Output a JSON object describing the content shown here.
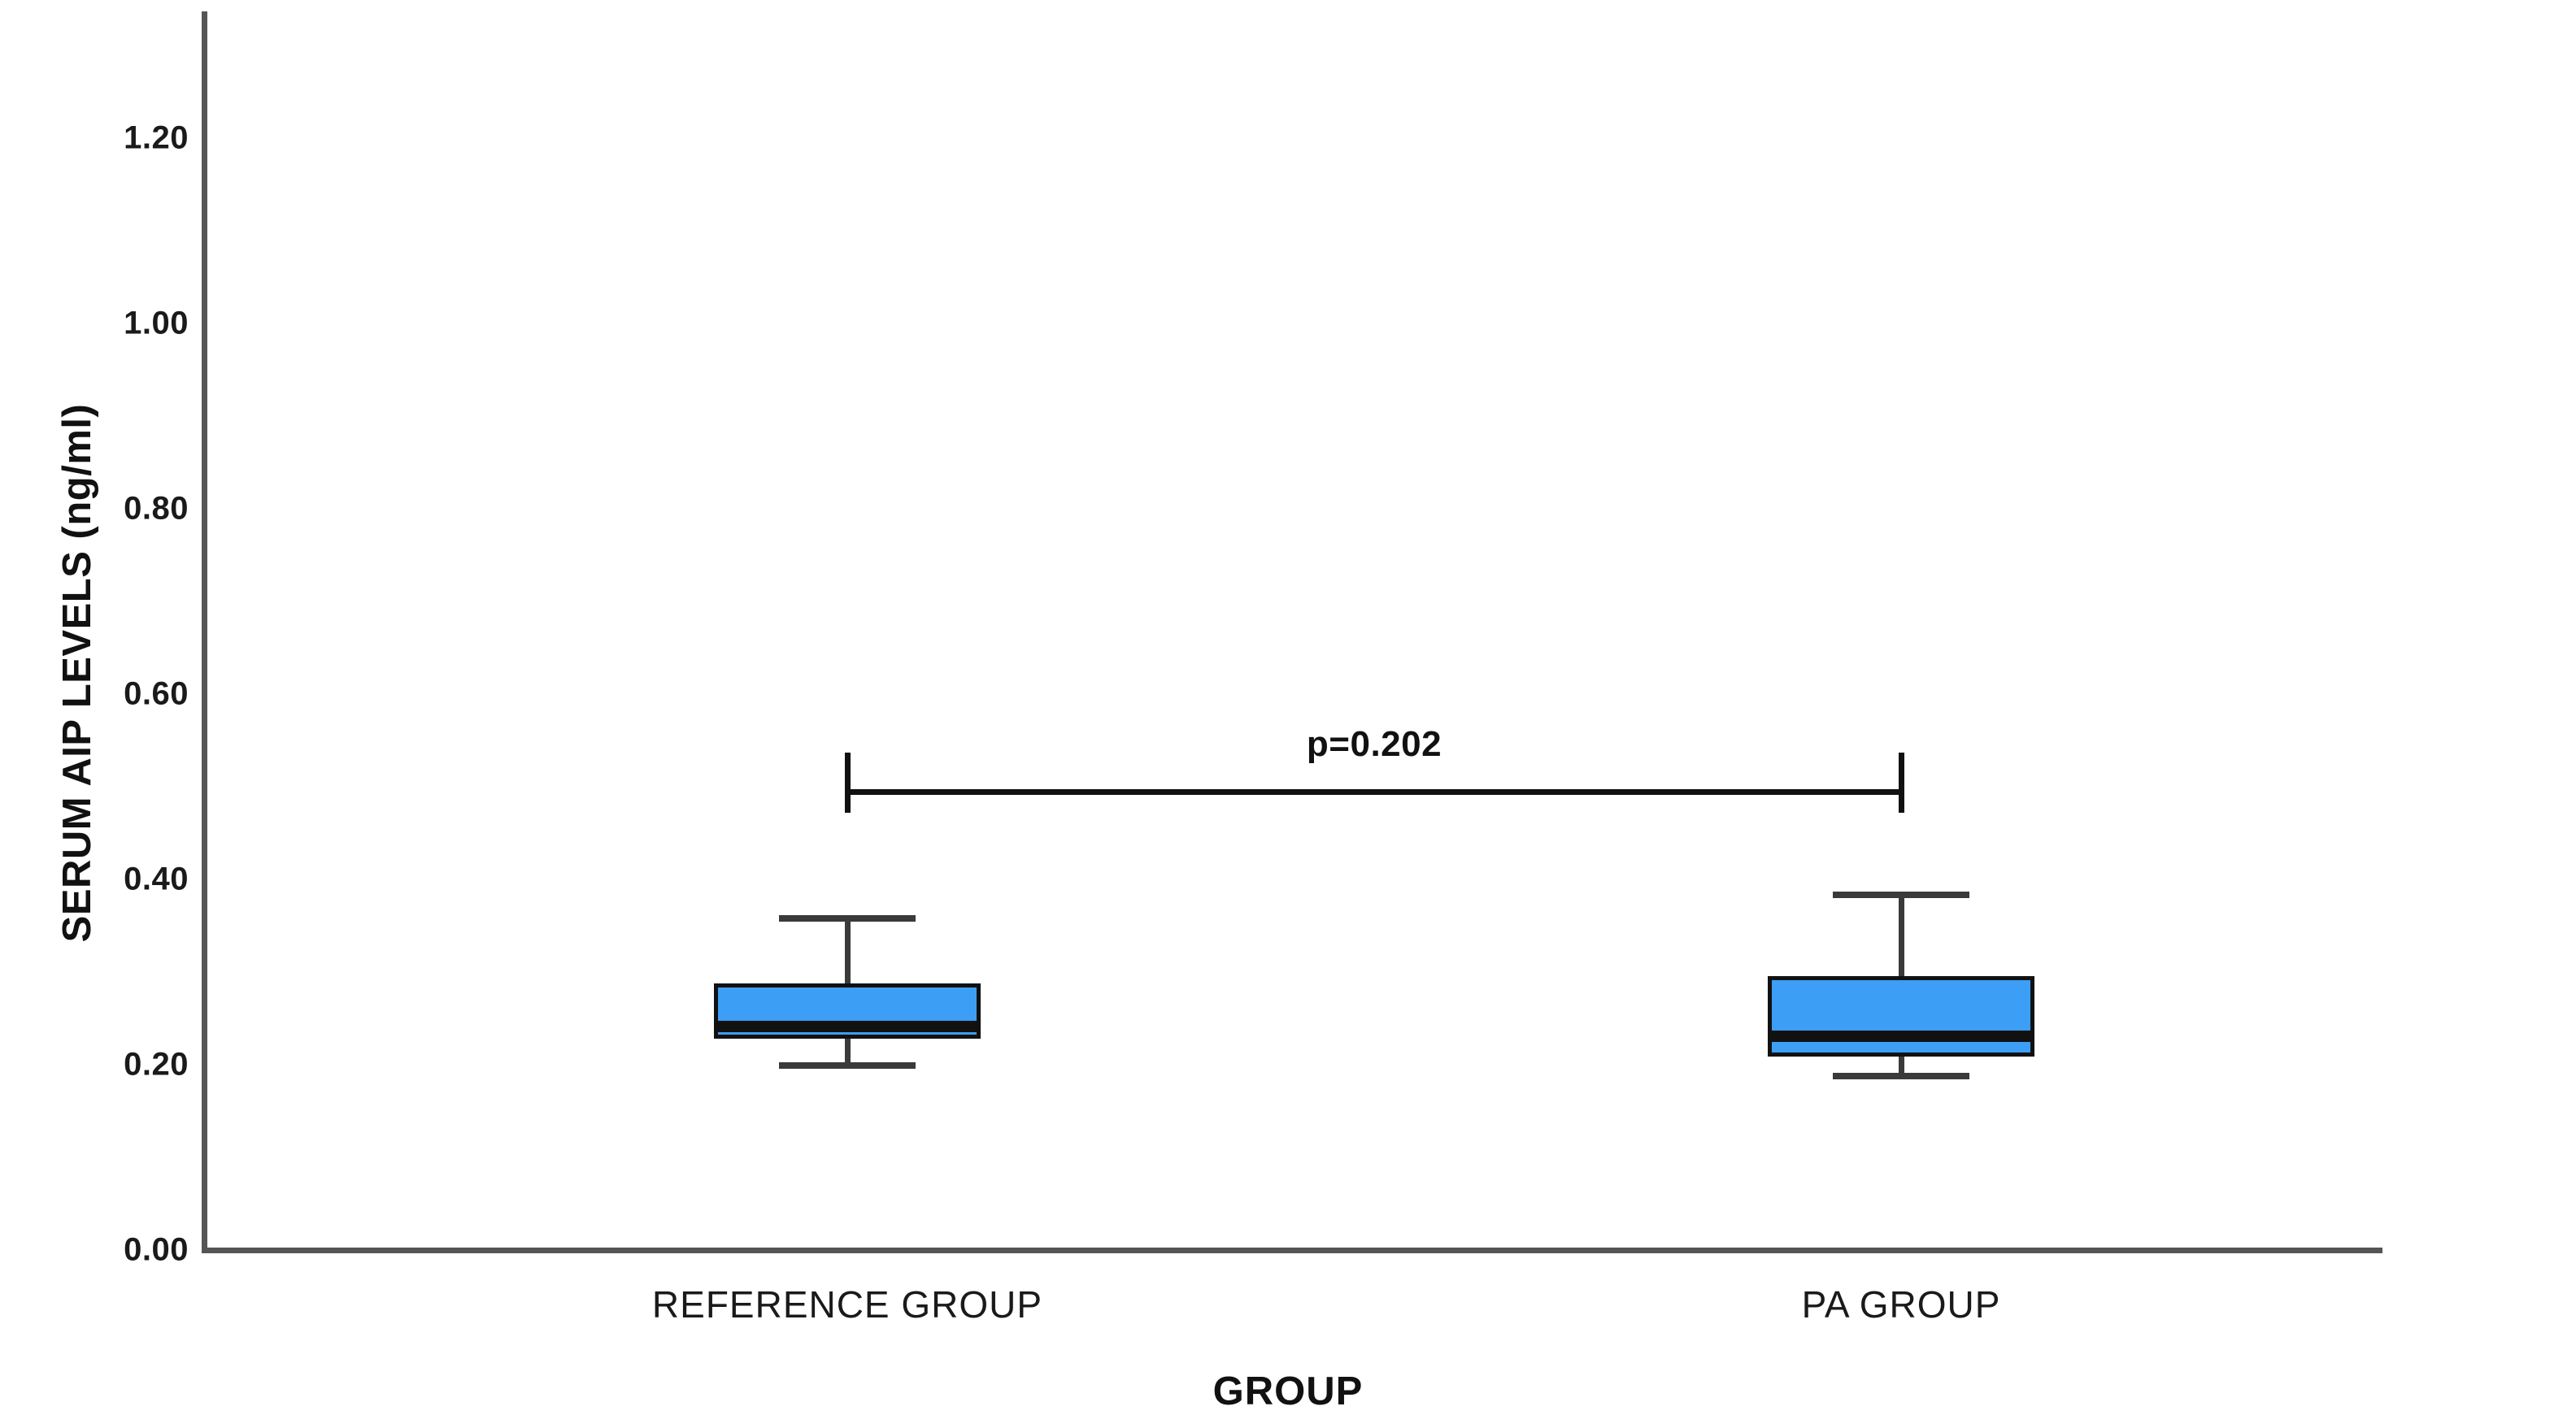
{
  "chart_data": {
    "type": "box",
    "title": "",
    "xlabel": "GROUP",
    "ylabel": "SERUM AIP LEVELS (ng/ml)",
    "ylim": [
      0.0,
      1.3
    ],
    "yticks": [
      "0.00",
      "0.20",
      "0.40",
      "0.60",
      "0.80",
      "1.00",
      "1.20"
    ],
    "ytick_values": [
      0.0,
      0.2,
      0.4,
      0.6,
      0.8,
      1.0,
      1.2
    ],
    "grid": false,
    "legend": "none",
    "categories": [
      "REFERENCE GROUP",
      "PA GROUP"
    ],
    "boxes": [
      {
        "category": "REFERENCE GROUP",
        "whisker_low": 0.203,
        "q1": 0.228,
        "median": 0.241,
        "q3": 0.288,
        "whisker_high": 0.361,
        "outliers": [],
        "fill_color": "#3C9EF5",
        "edge_color": "#111111"
      },
      {
        "category": "PA GROUP",
        "whisker_low": 0.191,
        "q1": 0.209,
        "median": 0.231,
        "q3": 0.296,
        "whisker_high": 0.387,
        "outliers": [],
        "fill_color": "#3C9EF5",
        "edge_color": "#111111"
      }
    ],
    "annotations": [
      {
        "text": "p=0.202",
        "type": "significance-bracket",
        "from_category": "REFERENCE GROUP",
        "to_category": "PA GROUP",
        "bracket_y": 0.497
      }
    ]
  },
  "colors": {
    "box_fill": "#3C9EF5",
    "box_edge": "#111111",
    "axis": "#555555",
    "text": "#111111",
    "background": "#ffffff"
  }
}
